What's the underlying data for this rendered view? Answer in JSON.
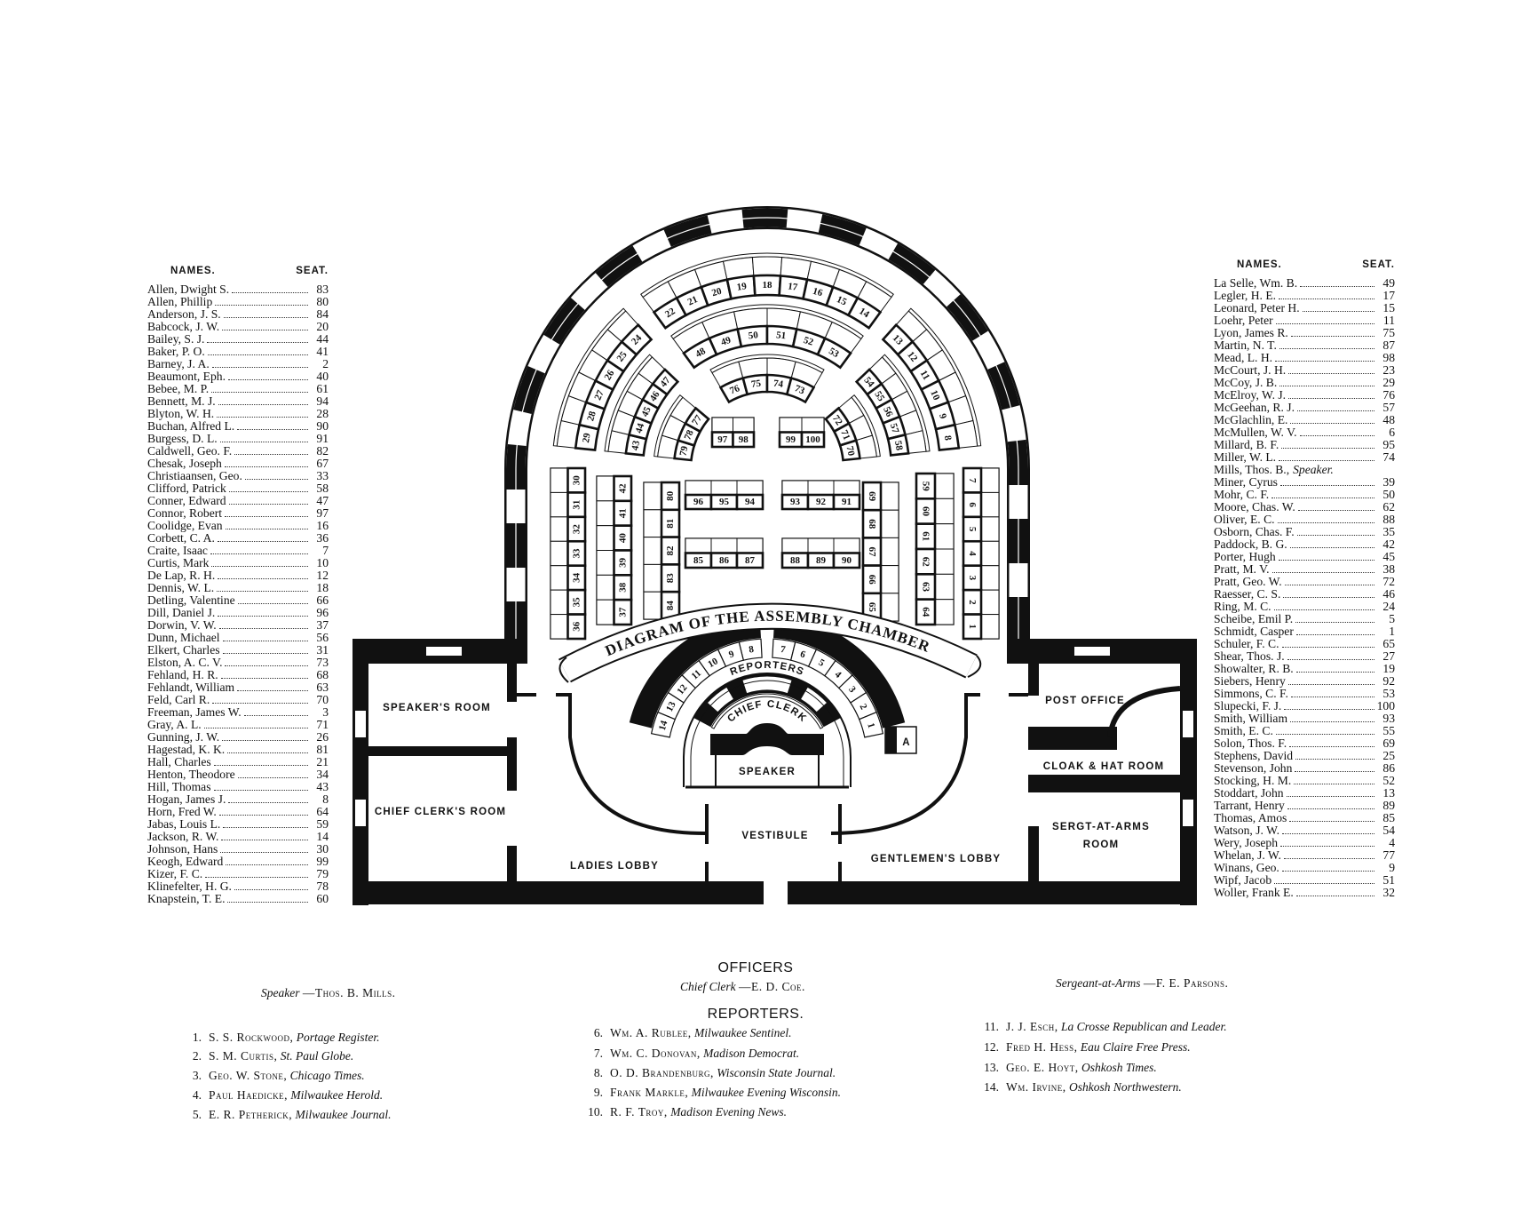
{
  "left_list": {
    "header_names": "NAMES.",
    "header_seat": "SEAT.",
    "rows": [
      {
        "name": "Allen, Dwight S.",
        "seat": "83"
      },
      {
        "name": "Allen, Phillip",
        "seat": "80"
      },
      {
        "name": "Anderson, J. S.",
        "seat": "84"
      },
      {
        "name": "Babcock, J. W.",
        "seat": "20"
      },
      {
        "name": "Bailey, S. J.",
        "seat": "44"
      },
      {
        "name": "Baker, P. O.",
        "seat": "41"
      },
      {
        "name": "Barney, J. A.",
        "seat": "2"
      },
      {
        "name": "Beaumont, Eph.",
        "seat": "40"
      },
      {
        "name": "Bebee, M. P.",
        "seat": "61"
      },
      {
        "name": "Bennett, M. J.",
        "seat": "94"
      },
      {
        "name": "Blyton, W. H.",
        "seat": "28"
      },
      {
        "name": "Buchan, Alfred L.",
        "seat": "90"
      },
      {
        "name": "Burgess, D. L.",
        "seat": "91"
      },
      {
        "name": "Caldwell, Geo. F.",
        "seat": "82"
      },
      {
        "name": "Chesak, Joseph",
        "seat": "67"
      },
      {
        "name": "Christiaansen, Geo.",
        "seat": "33"
      },
      {
        "name": "Clifford, Patrick",
        "seat": "58"
      },
      {
        "name": "Conner, Edward",
        "seat": "47"
      },
      {
        "name": "Connor, Robert",
        "seat": "97"
      },
      {
        "name": "Coolidge, Evan",
        "seat": "16"
      },
      {
        "name": "Corbett, C. A.",
        "seat": "36"
      },
      {
        "name": "Craite, Isaac",
        "seat": "7"
      },
      {
        "name": "Curtis, Mark",
        "seat": "10"
      },
      {
        "name": "De Lap, R. H.",
        "seat": "12"
      },
      {
        "name": "Dennis, W. L.",
        "seat": "18"
      },
      {
        "name": "Detling, Valentine",
        "seat": "66"
      },
      {
        "name": "Dill, Daniel J.",
        "seat": "96"
      },
      {
        "name": "Dorwin, V. W.",
        "seat": "37"
      },
      {
        "name": "Dunn, Michael",
        "seat": "56"
      },
      {
        "name": "Elkert, Charles",
        "seat": "31"
      },
      {
        "name": "Elston, A. C. V.",
        "seat": "73"
      },
      {
        "name": "Fehland, H. R.",
        "seat": "68"
      },
      {
        "name": "Fehlandt, William",
        "seat": "63"
      },
      {
        "name": "Feld, Carl R.",
        "seat": "70"
      },
      {
        "name": "Freeman, James W.",
        "seat": "3"
      },
      {
        "name": "Gray, A. L.",
        "seat": "71"
      },
      {
        "name": "Gunning, J. W.",
        "seat": "26"
      },
      {
        "name": "Hagestad, K. K.",
        "seat": "81"
      },
      {
        "name": "Hall, Charles",
        "seat": "21"
      },
      {
        "name": "Henton, Theodore",
        "seat": "34"
      },
      {
        "name": "Hill, Thomas",
        "seat": "43"
      },
      {
        "name": "Hogan, James J.",
        "seat": "8"
      },
      {
        "name": "Horn, Fred W.",
        "seat": "64"
      },
      {
        "name": "Jabas, Louis L.",
        "seat": "59"
      },
      {
        "name": "Jackson, R. W.",
        "seat": "14"
      },
      {
        "name": "Johnson, Hans",
        "seat": "30"
      },
      {
        "name": "Keogh, Edward",
        "seat": "99"
      },
      {
        "name": "Kizer, F. C.",
        "seat": "79"
      },
      {
        "name": "Klinefelter, H. G.",
        "seat": "78"
      },
      {
        "name": "Knapstein, T. E.",
        "seat": "60"
      }
    ]
  },
  "right_list": {
    "header_names": "NAMES.",
    "header_seat": "SEAT.",
    "rows": [
      {
        "name": "La Selle, Wm. B.",
        "seat": "49"
      },
      {
        "name": "Legler, H. E.",
        "seat": "17"
      },
      {
        "name": "Leonard, Peter H.",
        "seat": "15"
      },
      {
        "name": "Loehr, Peter",
        "seat": "11"
      },
      {
        "name": "Lyon, James R.",
        "seat": "75"
      },
      {
        "name": "Martin, N. T.",
        "seat": "87"
      },
      {
        "name": "Mead, L. H.",
        "seat": "98"
      },
      {
        "name": "McCourt, J. H.",
        "seat": "23"
      },
      {
        "name": "McCoy, J. B.",
        "seat": "29"
      },
      {
        "name": "McElroy, W. J.",
        "seat": "76"
      },
      {
        "name": "McGeehan, R. J.",
        "seat": "57"
      },
      {
        "name": "McGlachlin, E.",
        "seat": "48"
      },
      {
        "name": "McMullen, W. V.",
        "seat": "6"
      },
      {
        "name": "Millard, B. F.",
        "seat": "95"
      },
      {
        "name": "Miller, W. L.",
        "seat": "74"
      },
      {
        "name": "Mills, Thos. B.,",
        "note": "Speaker."
      },
      {
        "name": "Miner, Cyrus",
        "seat": "39"
      },
      {
        "name": "Mohr, C. F.",
        "seat": "50"
      },
      {
        "name": "Moore, Chas. W.",
        "seat": "62"
      },
      {
        "name": "Oliver, E. C.",
        "seat": "88"
      },
      {
        "name": "Osborn, Chas. F.",
        "seat": "35"
      },
      {
        "name": "Paddock, B. G.",
        "seat": "42"
      },
      {
        "name": "Porter, Hugh",
        "seat": "45"
      },
      {
        "name": "Pratt, M. V.",
        "seat": "38"
      },
      {
        "name": "Pratt, Geo. W.",
        "seat": "72"
      },
      {
        "name": "Raesser, C. S.",
        "seat": "46"
      },
      {
        "name": "Ring, M. C.",
        "seat": "24"
      },
      {
        "name": "Scheibe, Emil P.",
        "seat": "5"
      },
      {
        "name": "Schmidt, Casper",
        "seat": "1"
      },
      {
        "name": "Schuler, F. C.",
        "seat": "65"
      },
      {
        "name": "Shear, Thos. J.",
        "seat": "27"
      },
      {
        "name": "Showalter, R. B.",
        "seat": "19"
      },
      {
        "name": "Siebers, Henry",
        "seat": "92"
      },
      {
        "name": "Simmons, C. F.",
        "seat": "53"
      },
      {
        "name": "Slupecki, F. J.",
        "seat": "100"
      },
      {
        "name": "Smith, William",
        "seat": "93"
      },
      {
        "name": "Smith, E. C.",
        "seat": "55"
      },
      {
        "name": "Solon, Thos. F.",
        "seat": "69"
      },
      {
        "name": "Stephens, David",
        "seat": "25"
      },
      {
        "name": "Stevenson, John",
        "seat": "86"
      },
      {
        "name": "Stocking, H. M.",
        "seat": "52"
      },
      {
        "name": "Stoddart, John",
        "seat": "13"
      },
      {
        "name": "Tarrant, Henry",
        "seat": "89"
      },
      {
        "name": "Thomas, Amos",
        "seat": "85"
      },
      {
        "name": "Watson, J. W.",
        "seat": "54"
      },
      {
        "name": "Wery, Joseph",
        "seat": "4"
      },
      {
        "name": "Whelan, J. W.",
        "seat": "77"
      },
      {
        "name": "Winans, Geo.",
        "seat": "9"
      },
      {
        "name": "Wipf, Jacob",
        "seat": "51"
      },
      {
        "name": "Woller, Frank E.",
        "seat": "32"
      }
    ]
  },
  "diagram": {
    "title": "DIAGRAM OF THE ASSEMBLY CHAMBER",
    "labels": {
      "reporters": "REPORTERS",
      "chief_clerk": "CHIEF CLERK",
      "speaker": "SPEAKER",
      "vestibule": "VESTIBULE",
      "ladies_lobby": "LADIES LOBBY",
      "gentlemens_lobby": "GENTLEMEN'S LOBBY",
      "box_a": "A"
    },
    "rooms": {
      "speakers_room": "SPEAKER'S ROOM",
      "chief_clerks_room": "CHIEF CLERK'S ROOM",
      "post_office": "POST OFFICE",
      "cloak_room": "CLOAK & HAT ROOM",
      "sergt_room_1": "SERGT-AT-ARMS",
      "sergt_room_2": "ROOM"
    },
    "arc_rows": [
      {
        "row": "outer-top",
        "seats": [
          22,
          21,
          20,
          19,
          18,
          17,
          16,
          15,
          14
        ]
      },
      {
        "row": "outer-left",
        "seats": [
          29,
          28,
          27,
          26,
          25,
          24
        ]
      },
      {
        "row": "outer-right",
        "seats": [
          13,
          12,
          11,
          10,
          9,
          8
        ]
      },
      {
        "row": "middle-top",
        "seats": [
          48,
          49,
          50,
          51,
          52,
          53
        ]
      },
      {
        "row": "middle-left",
        "seats": [
          43,
          44,
          45,
          46,
          47
        ]
      },
      {
        "row": "middle-right",
        "seats": [
          54,
          55,
          56,
          57,
          58
        ]
      },
      {
        "row": "inner-top",
        "seats": [
          76,
          75,
          74,
          73
        ]
      },
      {
        "row": "inner-left",
        "seats": [
          79,
          78,
          77
        ]
      },
      {
        "row": "inner-right",
        "seats": [
          72,
          71,
          70
        ]
      }
    ],
    "straight_rows": [
      {
        "row": "col-a",
        "seats": [
          30,
          31,
          32,
          33,
          34,
          35,
          36
        ]
      },
      {
        "row": "col-b",
        "seats": [
          42,
          41,
          40,
          39,
          38,
          37
        ]
      },
      {
        "row": "col-c",
        "seats": [
          80,
          81,
          82,
          83,
          84
        ]
      },
      {
        "row": "col-d",
        "seats": [
          69,
          68,
          67,
          66,
          65
        ]
      },
      {
        "row": "col-e",
        "seats": [
          59,
          60,
          61,
          62,
          63,
          64
        ]
      },
      {
        "row": "col-f",
        "seats": [
          7,
          6,
          5,
          4,
          3,
          2,
          1
        ]
      },
      {
        "row": "front-left-1",
        "seats": [
          96,
          95,
          94
        ]
      },
      {
        "row": "front-right-1",
        "seats": [
          93,
          92,
          91
        ]
      },
      {
        "row": "front-left-2",
        "seats": [
          85,
          86,
          87
        ]
      },
      {
        "row": "front-right-2",
        "seats": [
          88,
          89,
          90
        ]
      },
      {
        "row": "front-left-0",
        "seats": [
          97,
          98
        ]
      },
      {
        "row": "front-right-0",
        "seats": [
          99,
          100
        ]
      }
    ],
    "reporter_seats_left": [
      8,
      9,
      10,
      11,
      12,
      13,
      14
    ],
    "reporter_seats_right": [
      7,
      6,
      5,
      4,
      3,
      2,
      1
    ]
  },
  "officers": {
    "heading": "OFFICERS",
    "speaker": {
      "role": "Speaker",
      "name": "—Thos. B. Mills."
    },
    "chief_clerk": {
      "role": "Chief Clerk",
      "name": "—E. D. Coe."
    },
    "sergeant": {
      "role": "Sergeant-at-Arms",
      "name": "—F. E. Parsons."
    }
  },
  "reporters": {
    "heading": "REPORTERS.",
    "entries": [
      {
        "num": "1.",
        "name": "S. S. Rockwood,",
        "paper": "Portage Register."
      },
      {
        "num": "2.",
        "name": "S. M. Curtis,",
        "paper": "St. Paul Globe."
      },
      {
        "num": "3.",
        "name": "Geo. W. Stone,",
        "paper": "Chicago Times."
      },
      {
        "num": "4.",
        "name": "Paul Haedicke,",
        "paper": "Milwaukee Herold."
      },
      {
        "num": "5.",
        "name": "E. R. Petherick,",
        "paper": "Milwaukee Journal."
      },
      {
        "num": "6.",
        "name": "Wm. A. Rublee,",
        "paper": "Milwaukee Sentinel."
      },
      {
        "num": "7.",
        "name": "Wm. C. Donovan,",
        "paper": "Madison Democrat."
      },
      {
        "num": "8.",
        "name": "O. D. Brandenburg,",
        "paper": "Wisconsin State Journal."
      },
      {
        "num": "9.",
        "name": "Frank Markle,",
        "paper": "Milwaukee Evening Wisconsin."
      },
      {
        "num": "10.",
        "name": "R. F. Troy,",
        "paper": "Madison Evening News."
      },
      {
        "num": "11.",
        "name": "J. J. Esch,",
        "paper": "La Crosse Republican and Leader."
      },
      {
        "num": "12.",
        "name": "Fred H. Hess,",
        "paper": "Eau Claire Free Press."
      },
      {
        "num": "13.",
        "name": "Geo. E. Hoyt,",
        "paper": "Oshkosh Times."
      },
      {
        "num": "14.",
        "name": "Wm. Irvine,",
        "paper": "Oshkosh Northwestern."
      }
    ]
  }
}
